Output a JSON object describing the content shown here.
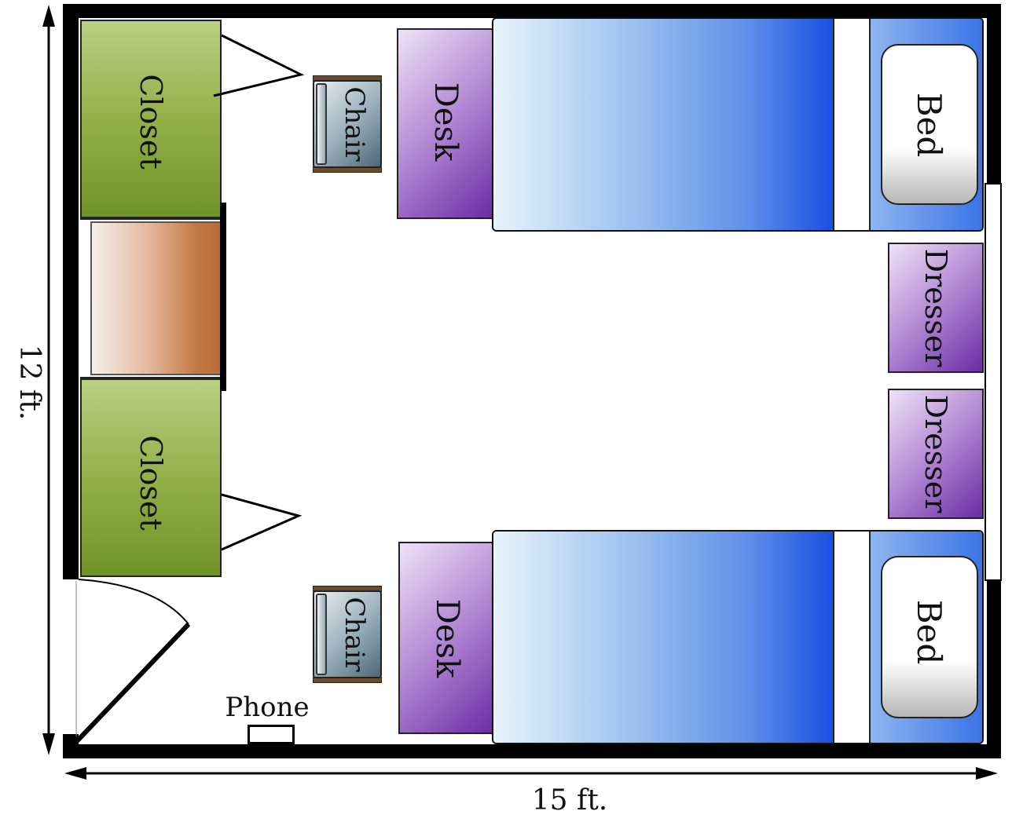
{
  "dimensions": {
    "width_label": "15 ft.",
    "height_label": "12 ft."
  },
  "furniture": {
    "closet_top": "Closet",
    "closet_bottom": "Closet",
    "chair_top": "Chair",
    "chair_bottom": "Chair",
    "desk_top": "Desk",
    "desk_bottom": "Desk",
    "bed_top": "Bed",
    "bed_bottom": "Bed",
    "dresser_top": "Dresser",
    "dresser_bottom": "Dresser",
    "phone": "Phone"
  },
  "colors": {
    "closet": "#8fae43",
    "desk_dresser": "#8a55c0",
    "bed": "#1b4fe0",
    "wall": "#000000",
    "cabinet": "#c47a45"
  }
}
